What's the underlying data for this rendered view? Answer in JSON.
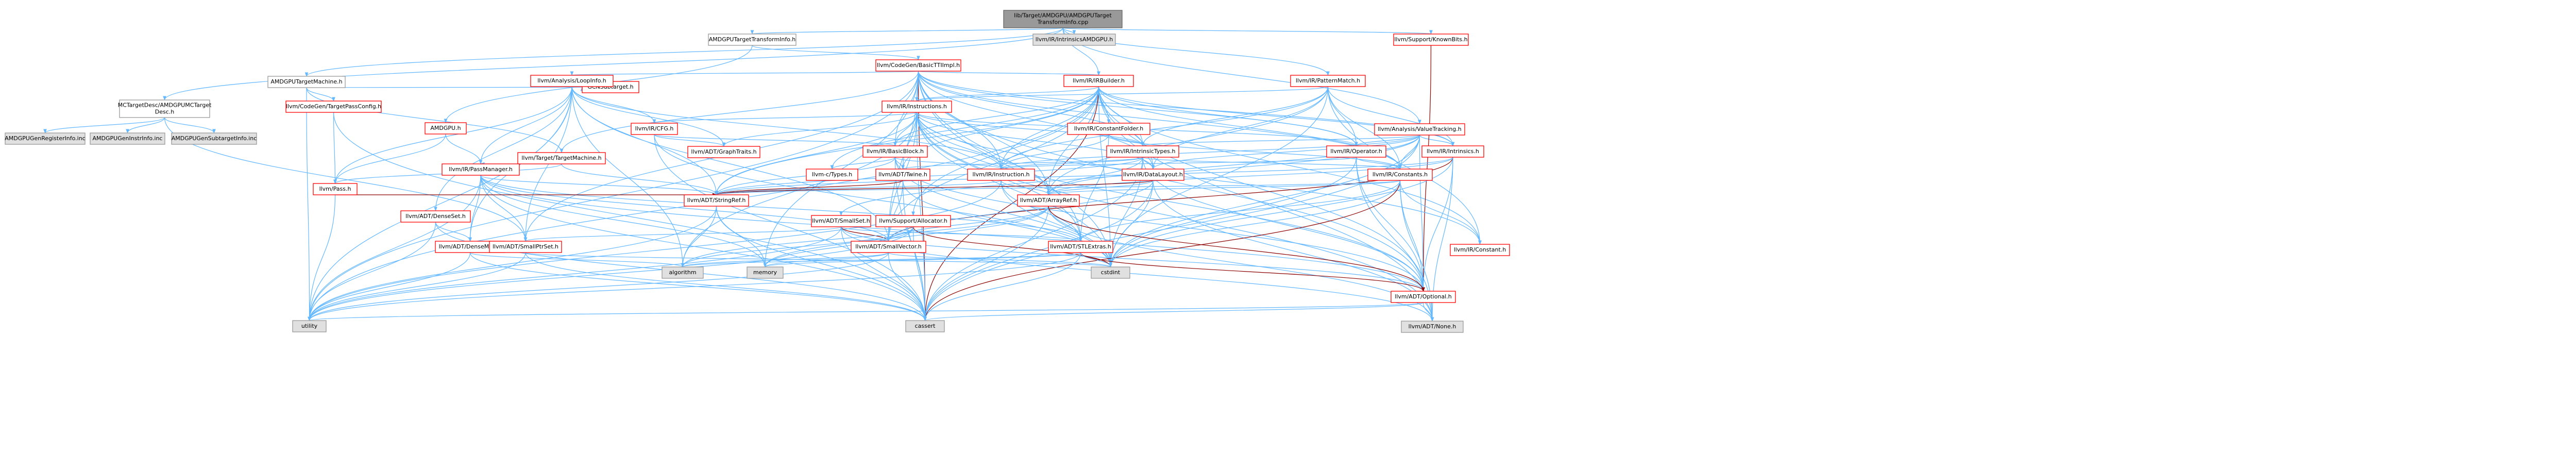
{
  "colors": {
    "root_fill": "#999999",
    "root_border": "#666666",
    "linked_fill": "#ffffff",
    "linked_border": "#ff0000",
    "linked_text": "#000000",
    "plain_fill": "#e0e0e0",
    "plain_border": "#999999",
    "edge_primary": "#63b8ff",
    "edge_secondary": "#8b0000"
  },
  "nodes": [
    {
      "id": "root",
      "label": [
        "lib/Target/AMDGPU/AMDGPUTarget",
        "TransformInfo.cpp"
      ],
      "kind": "root"
    },
    {
      "id": "amdgpu_tti_h",
      "label": [
        "AMDGPUTargetTransformInfo.h"
      ],
      "kind": "plain-white"
    },
    {
      "id": "intrinsics_amdgpu",
      "label": [
        "llvm/IR/IntrinsicsAMDGPU.h"
      ],
      "kind": "plain"
    },
    {
      "id": "knownbits",
      "label": [
        "llvm/Support/KnownBits.h"
      ],
      "kind": "linked"
    },
    {
      "id": "basic_tti",
      "label": [
        "llvm/CodeGen/BasicTTIImpl.h"
      ],
      "kind": "linked"
    },
    {
      "id": "amdgpu_target_machine",
      "label": [
        "AMDGPUTargetMachine.h"
      ],
      "kind": "plain-white"
    },
    {
      "id": "mctargetdesc",
      "label": [
        "MCTargetDesc/AMDGPUMCTarget",
        "Desc.h"
      ],
      "kind": "plain-white"
    },
    {
      "id": "gcnsubtarget",
      "label": [
        "GCNSubtarget.h"
      ],
      "kind": "linked"
    },
    {
      "id": "amdgpu_h",
      "label": [
        "AMDGPU.h"
      ],
      "kind": "linked"
    },
    {
      "id": "codegen_tpc",
      "label": [
        "llvm/CodeGen/TargetPassConfig.h"
      ],
      "kind": "linked"
    },
    {
      "id": "target_machine",
      "label": [
        "llvm/Target/TargetMachine.h"
      ],
      "kind": "linked"
    },
    {
      "id": "loopinfo",
      "label": [
        "llvm/Analysis/LoopInfo.h"
      ],
      "kind": "linked"
    },
    {
      "id": "irbuilder",
      "label": [
        "llvm/IR/IRBuilder.h"
      ],
      "kind": "linked"
    },
    {
      "id": "patternmatch",
      "label": [
        "llvm/IR/PatternMatch.h"
      ],
      "kind": "linked"
    },
    {
      "id": "valuetracking",
      "label": [
        "llvm/Analysis/ValueTracking.h"
      ],
      "kind": "linked"
    },
    {
      "id": "instructions",
      "label": [
        "llvm/IR/Instructions.h"
      ],
      "kind": "linked"
    },
    {
      "id": "constantfolder",
      "label": [
        "llvm/IR/ConstantFolder.h"
      ],
      "kind": "linked"
    },
    {
      "id": "ir_cfg",
      "label": [
        "llvm/IR/CFG.h"
      ],
      "kind": "linked"
    },
    {
      "id": "graphtraits",
      "label": [
        "llvm/ADT/GraphTraits.h"
      ],
      "kind": "linked"
    },
    {
      "id": "intrinsictypes",
      "label": [
        "llvm/IR/IntrinsicTypes.h"
      ],
      "kind": "linked"
    },
    {
      "id": "operator_h",
      "label": [
        "llvm/IR/Operator.h"
      ],
      "kind": "linked"
    },
    {
      "id": "intrinsics_h",
      "label": [
        "llvm/IR/Intrinsics.h"
      ],
      "kind": "linked"
    },
    {
      "id": "basicblock",
      "label": [
        "llvm/IR/BasicBlock.h"
      ],
      "kind": "linked"
    },
    {
      "id": "passmanager",
      "label": [
        "llvm/IR/PassManager.h"
      ],
      "kind": "linked"
    },
    {
      "id": "pass_h",
      "label": [
        "llvm/Pass.h"
      ],
      "kind": "linked"
    },
    {
      "id": "densemap",
      "label": [
        "llvm/ADT/DenseMap.h"
      ],
      "kind": "linked"
    },
    {
      "id": "denseset",
      "label": [
        "llvm/ADT/DenseSet.h"
      ],
      "kind": "linked"
    },
    {
      "id": "ctypes",
      "label": [
        "llvm-c/Types.h"
      ],
      "kind": "linked"
    },
    {
      "id": "adt_twine",
      "label": [
        "llvm/ADT/Twine.h"
      ],
      "kind": "linked"
    },
    {
      "id": "ir_instruction",
      "label": [
        "llvm/IR/Instruction.h"
      ],
      "kind": "linked"
    },
    {
      "id": "datalayout",
      "label": [
        "llvm/IR/DataLayout.h"
      ],
      "kind": "linked"
    },
    {
      "id": "ir_constants",
      "label": [
        "llvm/IR/Constants.h"
      ],
      "kind": "linked"
    },
    {
      "id": "stringref",
      "label": [
        "llvm/ADT/StringRef.h"
      ],
      "kind": "linked"
    },
    {
      "id": "smallset",
      "label": [
        "llvm/ADT/SmallSet.h"
      ],
      "kind": "linked"
    },
    {
      "id": "allocator",
      "label": [
        "llvm/Support/Allocator.h"
      ],
      "kind": "linked"
    },
    {
      "id": "arrayref",
      "label": [
        "llvm/ADT/ArrayRef.h"
      ],
      "kind": "linked"
    },
    {
      "id": "ir_constant",
      "label": [
        "llvm/IR/Constant.h"
      ],
      "kind": "linked"
    },
    {
      "id": "smallptrset",
      "label": [
        "llvm/ADT/SmallPtrSet.h"
      ],
      "kind": "linked"
    },
    {
      "id": "smallvector",
      "label": [
        "llvm/ADT/SmallVector.h"
      ],
      "kind": "linked"
    },
    {
      "id": "stlextras",
      "label": [
        "llvm/ADT/STLExtras.h"
      ],
      "kind": "linked"
    },
    {
      "id": "adt_optional",
      "label": [
        "llvm/ADT/Optional.h"
      ],
      "kind": "linked"
    },
    {
      "id": "adt_none",
      "label": [
        "llvm/ADT/None.h"
      ],
      "kind": "plain"
    },
    {
      "id": "cstdint",
      "label": [
        "cstdint"
      ],
      "kind": "plain"
    },
    {
      "id": "memory",
      "label": [
        "memory"
      ],
      "kind": "plain"
    },
    {
      "id": "algorithm",
      "label": [
        "algorithm"
      ],
      "kind": "plain"
    },
    {
      "id": "utility",
      "label": [
        "utility"
      ],
      "kind": "plain"
    },
    {
      "id": "cassert",
      "label": [
        "cassert"
      ],
      "kind": "plain"
    },
    {
      "id": "gen_register_info",
      "label": [
        "AMDGPUGenRegisterInfo.inc"
      ],
      "kind": "plain"
    },
    {
      "id": "gen_instr_info",
      "label": [
        "AMDGPUGenInstrInfo.inc"
      ],
      "kind": "plain"
    },
    {
      "id": "gen_subtarget_info",
      "label": [
        "AMDGPUGenSubtargetInfo.inc"
      ],
      "kind": "plain"
    }
  ],
  "edges": [
    [
      "root",
      "amdgpu_tti_h"
    ],
    [
      "root",
      "intrinsics_amdgpu"
    ],
    [
      "root",
      "knownbits"
    ],
    [
      "root",
      "amdgpu_target_machine"
    ],
    [
      "root",
      "irbuilder"
    ],
    [
      "root",
      "patternmatch"
    ],
    [
      "root",
      "valuetracking"
    ],
    [
      "root",
      "mctargetdesc"
    ],
    [
      "amdgpu_tti_h",
      "basic_tti"
    ],
    [
      "amdgpu_tti_h",
      "amdgpu_h"
    ],
    [
      "amdgpu_target_machine",
      "gcnsubtarget"
    ],
    [
      "amdgpu_target_machine",
      "codegen_tpc"
    ],
    [
      "amdgpu_target_machine",
      "target_machine"
    ],
    [
      "amdgpu_target_machine",
      "utility"
    ],
    [
      "mctargetdesc",
      "gen_register_info"
    ],
    [
      "mctargetdesc",
      "gen_instr_info"
    ],
    [
      "mctargetdesc",
      "gen_subtarget_info"
    ],
    [
      "mctargetdesc",
      "smallptrset"
    ],
    [
      "amdgpu_h",
      "passmanager"
    ],
    [
      "amdgpu_h",
      "pass_h"
    ],
    [
      "codegen_tpc",
      "pass_h"
    ],
    [
      "codegen_tpc",
      "cassert"
    ],
    [
      "target_machine",
      "passmanager"
    ],
    [
      "target_machine",
      "stringref"
    ],
    [
      "target_machine",
      "pass_h"
    ],
    [
      "basic_tti",
      "loopinfo"
    ],
    [
      "basic_tti",
      "irbuilder"
    ],
    [
      "basic_tti",
      "instructions"
    ],
    [
      "basic_tti",
      "operator_h"
    ],
    [
      "basic_tti",
      "intrinsics_h"
    ],
    [
      "basic_tti",
      "ir_constants"
    ],
    [
      "basic_tti",
      "basicblock"
    ],
    [
      "basic_tti",
      "target_machine"
    ],
    [
      "basic_tti",
      "arrayref"
    ],
    [
      "basic_tti",
      "stlextras"
    ],
    [
      "basic_tti",
      "smallptrset"
    ],
    [
      "basic_tti",
      "cassert"
    ],
    [
      "basic_tti",
      "cstdint"
    ],
    [
      "basic_tti",
      "utility"
    ],
    [
      "basic_tti",
      "datalayout"
    ],
    [
      "basic_tti",
      "intrinsictypes"
    ],
    [
      "basic_tti",
      "ir_instruction"
    ],
    [
      "basic_tti",
      "adt_optional"
    ],
    [
      "basic_tti",
      "smallvector"
    ],
    [
      "basic_tti",
      "memory"
    ],
    [
      "loopinfo",
      "densemap"
    ],
    [
      "loopinfo",
      "denseset"
    ],
    [
      "loopinfo",
      "graphtraits"
    ],
    [
      "loopinfo",
      "smallptrset"
    ],
    [
      "loopinfo",
      "smallvector"
    ],
    [
      "loopinfo",
      "ir_cfg"
    ],
    [
      "loopinfo",
      "ir_instruction"
    ],
    [
      "loopinfo",
      "passmanager"
    ],
    [
      "loopinfo",
      "pass_h"
    ],
    [
      "loopinfo",
      "algorithm"
    ],
    [
      "loopinfo",
      "utility"
    ],
    [
      "loopinfo",
      "stringref"
    ],
    [
      "irbuilder",
      "ctypes"
    ],
    [
      "irbuilder",
      "arrayref"
    ],
    [
      "irbuilder",
      "adt_none"
    ],
    [
      "irbuilder",
      "stringref"
    ],
    [
      "irbuilder",
      "adt_twine"
    ],
    [
      "irbuilder",
      "basicblock"
    ],
    [
      "irbuilder",
      "ir_constant"
    ],
    [
      "irbuilder",
      "constantfolder"
    ],
    [
      "irbuilder",
      "ir_constants"
    ],
    [
      "irbuilder",
      "datalayout"
    ],
    [
      "irbuilder",
      "instructions"
    ],
    [
      "irbuilder",
      "ir_instruction"
    ],
    [
      "irbuilder",
      "intrinsics_h"
    ],
    [
      "irbuilder",
      "operator_h"
    ],
    [
      "irbuilder",
      "allocator"
    ],
    [
      "irbuilder",
      "cassert"
    ],
    [
      "irbuilder",
      "cstdint"
    ],
    [
      "irbuilder",
      "utility"
    ],
    [
      "irbuilder",
      "intrinsictypes"
    ],
    [
      "irbuilder",
      "adt_optional"
    ],
    [
      "irbuilder",
      "smallvector"
    ],
    [
      "patternmatch",
      "arrayref"
    ],
    [
      "patternmatch",
      "ir_constant"
    ],
    [
      "patternmatch",
      "ir_constants"
    ],
    [
      "patternmatch",
      "datalayout"
    ],
    [
      "patternmatch",
      "instructions"
    ],
    [
      "patternmatch",
      "intrinsics_h"
    ],
    [
      "patternmatch",
      "operator_h"
    ],
    [
      "patternmatch",
      "ir_instruction"
    ],
    [
      "patternmatch",
      "intrinsictypes"
    ],
    [
      "patternmatch",
      "cstdint"
    ],
    [
      "valuetracking",
      "arrayref"
    ],
    [
      "valuetracking",
      "smallset"
    ],
    [
      "valuetracking",
      "ir_constants"
    ],
    [
      "valuetracking",
      "datalayout"
    ],
    [
      "valuetracking",
      "intrinsictypes"
    ],
    [
      "valuetracking",
      "intrinsics_h"
    ],
    [
      "valuetracking",
      "operator_h"
    ],
    [
      "valuetracking",
      "cassert"
    ],
    [
      "valuetracking",
      "cstdint"
    ],
    [
      "valuetracking",
      "adt_optional"
    ],
    [
      "valuetracking",
      "ir_instruction"
    ],
    [
      "knownbits",
      "adt_optional"
    ],
    [
      "instructions",
      "ir_cfg"
    ],
    [
      "instructions",
      "arrayref"
    ],
    [
      "instructions",
      "adt_none"
    ],
    [
      "instructions",
      "stlextras"
    ],
    [
      "instructions",
      "smallvector"
    ],
    [
      "instructions",
      "stringref"
    ],
    [
      "instructions",
      "adt_twine"
    ],
    [
      "instructions",
      "basicblock"
    ],
    [
      "instructions",
      "ir_constant"
    ],
    [
      "instructions",
      "ir_instruction"
    ],
    [
      "instructions",
      "operator_h"
    ],
    [
      "instructions",
      "intrinsictypes"
    ],
    [
      "instructions",
      "cassert"
    ],
    [
      "instructions",
      "cstdint"
    ],
    [
      "instructions",
      "graphtraits"
    ],
    [
      "instructions",
      "datalayout"
    ],
    [
      "instructions",
      "adt_optional"
    ],
    [
      "instructions",
      "algorithm"
    ],
    [
      "constantfolder",
      "intrinsictypes"
    ],
    [
      "constantfolder",
      "ir_constants"
    ],
    [
      "constantfolder",
      "ir_instruction"
    ],
    [
      "constantfolder",
      "stlextras"
    ],
    [
      "ir_cfg",
      "basicblock"
    ],
    [
      "ir_cfg",
      "graphtraits"
    ],
    [
      "ir_cfg",
      "cassert"
    ],
    [
      "ir_cfg",
      "cstdint"
    ],
    [
      "intrinsictypes",
      "ir_instruction"
    ],
    [
      "intrinsictypes",
      "datalayout"
    ],
    [
      "intrinsictypes",
      "ir_constants"
    ],
    [
      "intrinsictypes",
      "stringref"
    ],
    [
      "intrinsictypes",
      "adt_twine"
    ],
    [
      "intrinsictypes",
      "cstdint"
    ],
    [
      "intrinsictypes",
      "cassert"
    ],
    [
      "intrinsictypes",
      "adt_optional"
    ],
    [
      "intrinsictypes",
      "arrayref"
    ],
    [
      "operator_h",
      "ir_constants"
    ],
    [
      "operator_h",
      "ir_instruction"
    ],
    [
      "operator_h",
      "cstdint"
    ],
    [
      "operator_h",
      "adt_none"
    ],
    [
      "operator_h",
      "adt_optional"
    ],
    [
      "intrinsics_h",
      "arrayref"
    ],
    [
      "intrinsics_h",
      "adt_none"
    ],
    [
      "intrinsics_h",
      "adt_optional"
    ],
    [
      "intrinsics_h",
      "stringref"
    ],
    [
      "intrinsics_h",
      "smallvector"
    ],
    [
      "intrinsics_h",
      "cstdint"
    ],
    [
      "basicblock",
      "ctypes"
    ],
    [
      "basicblock",
      "adt_twine"
    ],
    [
      "basicblock",
      "ir_instruction"
    ],
    [
      "basicblock",
      "cassert"
    ],
    [
      "basicblock",
      "cstdint"
    ],
    [
      "basicblock",
      "stringref"
    ],
    [
      "basicblock",
      "adt_optional"
    ],
    [
      "passmanager",
      "densemap"
    ],
    [
      "passmanager",
      "smallptrset"
    ],
    [
      "passmanager",
      "stlextras"
    ],
    [
      "passmanager",
      "stringref"
    ],
    [
      "passmanager",
      "adt_optional"
    ],
    [
      "passmanager",
      "cassert"
    ],
    [
      "passmanager",
      "memory"
    ],
    [
      "passmanager",
      "utility"
    ],
    [
      "passmanager",
      "smallvector"
    ],
    [
      "pass_h",
      "stringref"
    ],
    [
      "pass_h",
      "utility"
    ],
    [
      "densemap",
      "utility"
    ],
    [
      "densemap",
      "cassert"
    ],
    [
      "densemap",
      "algorithm"
    ],
    [
      "denseset",
      "densemap"
    ],
    [
      "denseset",
      "utility"
    ],
    [
      "denseset",
      "cassert"
    ],
    [
      "adt_twine",
      "smallvector"
    ],
    [
      "adt_twine",
      "stringref"
    ],
    [
      "adt_twine",
      "cassert"
    ],
    [
      "adt_twine",
      "cstdint"
    ],
    [
      "ir_instruction",
      "stringref"
    ],
    [
      "ir_instruction",
      "arrayref"
    ],
    [
      "ir_instruction",
      "stlextras"
    ],
    [
      "ir_instruction",
      "cstdint"
    ],
    [
      "ir_instruction",
      "utility"
    ],
    [
      "datalayout",
      "arrayref"
    ],
    [
      "datalayout",
      "stringref"
    ],
    [
      "datalayout",
      "smallvector"
    ],
    [
      "datalayout",
      "cassert"
    ],
    [
      "datalayout",
      "cstdint"
    ],
    [
      "datalayout",
      "adt_none"
    ],
    [
      "ir_constants",
      "arrayref"
    ],
    [
      "ir_constants",
      "stlextras"
    ],
    [
      "ir_constants",
      "stringref"
    ],
    [
      "ir_constants",
      "ir_constant"
    ],
    [
      "ir_constants",
      "cassert"
    ],
    [
      "ir_constants",
      "cstdint"
    ],
    [
      "ir_constants",
      "adt_none"
    ],
    [
      "ir_constants",
      "adt_optional"
    ],
    [
      "stringref",
      "algorithm"
    ],
    [
      "stringref",
      "cassert"
    ],
    [
      "stringref",
      "utility"
    ],
    [
      "stringref",
      "memory"
    ],
    [
      "smallset",
      "smallptrset"
    ],
    [
      "smallset",
      "smallvector"
    ],
    [
      "smallset",
      "adt_none"
    ],
    [
      "smallset",
      "stlextras"
    ],
    [
      "smallset",
      "adt_optional"
    ],
    [
      "smallset",
      "cassert"
    ],
    [
      "smallset",
      "utility"
    ],
    [
      "allocator",
      "smallvector"
    ],
    [
      "allocator",
      "algorithm"
    ],
    [
      "allocator",
      "cassert"
    ],
    [
      "allocator",
      "cstdint"
    ],
    [
      "allocator",
      "utility"
    ],
    [
      "allocator",
      "memory"
    ],
    [
      "arrayref",
      "adt_none"
    ],
    [
      "arrayref",
      "smallvector"
    ],
    [
      "arrayref",
      "stlextras"
    ],
    [
      "arrayref",
      "algorithm"
    ],
    [
      "arrayref",
      "cassert"
    ],
    [
      "arrayref",
      "memory"
    ],
    [
      "arrayref",
      "adt_optional"
    ],
    [
      "smallptrset",
      "cassert"
    ],
    [
      "smallptrset",
      "utility"
    ],
    [
      "smallptrset",
      "cstdint"
    ],
    [
      "smallvector",
      "algorithm"
    ],
    [
      "smallvector",
      "cassert"
    ],
    [
      "smallvector",
      "cstdint"
    ],
    [
      "smallvector",
      "memory"
    ],
    [
      "smallvector",
      "utility"
    ],
    [
      "stlextras",
      "adt_optional"
    ],
    [
      "stlextras",
      "algorithm"
    ],
    [
      "stlextras",
      "cassert"
    ],
    [
      "stlextras",
      "cstdint"
    ],
    [
      "stlextras",
      "memory"
    ],
    [
      "stlextras",
      "utility"
    ],
    [
      "adt_optional",
      "adt_none"
    ],
    [
      "adt_optional",
      "cassert"
    ],
    [
      "adt_optional",
      "utility"
    ]
  ]
}
